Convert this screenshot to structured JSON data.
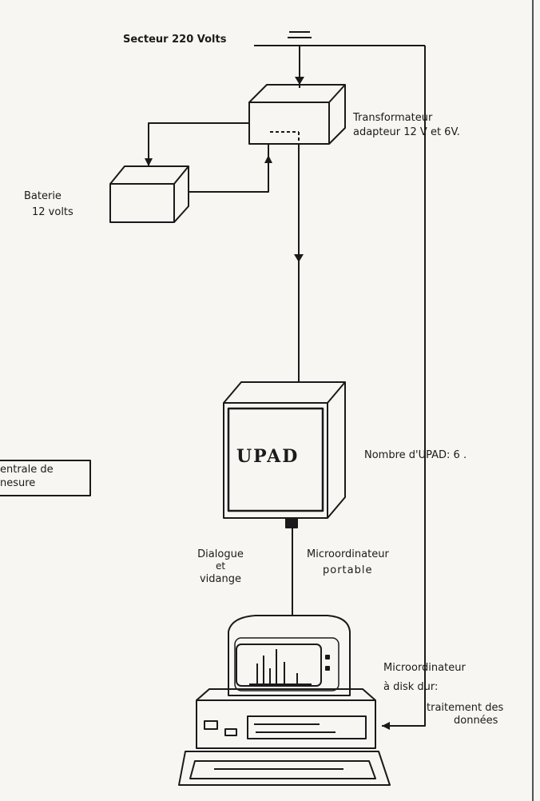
{
  "labels": {
    "mains": "Secteur 220 Volts",
    "transformer_line1": "Transformateur",
    "transformer_line2": "adapteur 12 V et 6V.",
    "battery_line1": "Baterie",
    "battery_line2": "12 volts",
    "upad_box": "UPAD",
    "upad_count": "Nombre d'UPAD: 6 .",
    "central_line1": "entrale de",
    "central_line2": "nesure",
    "dialogue_line1": "Dialogue",
    "dialogue_line2": "et",
    "dialogue_line3": "vidange",
    "laptop_line1": "Microordinateur",
    "laptop_line2": "portable",
    "desktop_line1": "Microordinateur",
    "desktop_line2": "à disk dur:",
    "desktop_line3": "traitement des",
    "desktop_line4": "données"
  },
  "colors": {
    "paper": "#f7f6f2",
    "ink": "#1a1a1a"
  }
}
